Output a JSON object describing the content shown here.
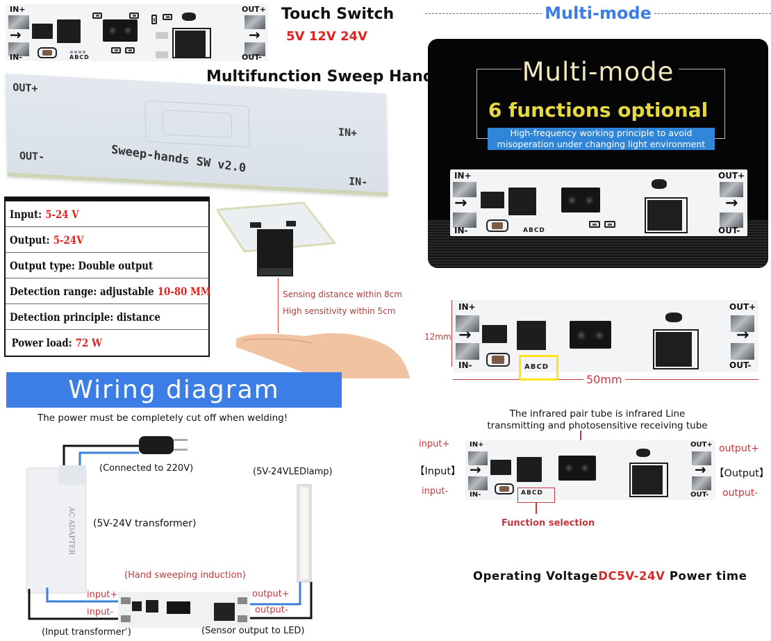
{
  "header": {
    "touch_switch": "Touch Switch",
    "voltages": "5V 12V 24V",
    "sweep_hand": "Multifunction Sweep Hand"
  },
  "pcb_labels": {
    "in_plus": "IN+",
    "in_minus": "IN-",
    "out_plus": "OUT+",
    "out_minus": "OUT-",
    "abcd": "ABCD",
    "arrow": "→"
  },
  "pcb_back": {
    "out_plus": "OUT+",
    "out_minus": "OUT-",
    "in_plus": "IN+",
    "in_minus": "IN-",
    "silk": "Sweep-hands SW v2.0"
  },
  "specs": [
    {
      "label": "Input:",
      "value": "5-24 V"
    },
    {
      "label": "Output:",
      "value": "5-24V"
    },
    {
      "label": "Output type: Double output",
      "value": ""
    },
    {
      "label": "Detection range: adjustable",
      "value": "10-80 MM"
    },
    {
      "label": "Detection principle: distance",
      "value": ""
    },
    {
      "label": "Power load:",
      "value": "72 W"
    }
  ],
  "sensing": {
    "line1": "Sensing distance within 8cm",
    "line2": "High sensitivity within 5cm"
  },
  "wiring": {
    "banner": "Wiring diagram",
    "note": "The power must be completely cut off when welding!",
    "connected": "(Connected to 220V)",
    "led_lamp": "(5V-24VLEDlamp)",
    "transformer": "(5V-24V transformer)",
    "hand_sweep": "(Hand sweeping induction)",
    "input_plus": "input+",
    "input_minus": "input-",
    "output_plus": "output+",
    "output_minus": "output-",
    "input_transformer": "(Input transformerʾ)",
    "sensor_output": "(Sensor output to LED)",
    "adapter_text": "AC ADAPTER"
  },
  "multimode": {
    "header": "Multi-mode",
    "title": "Multi-mode",
    "subtitle": "6 functions optional",
    "note_line1": "High-frequency working principle to avoid",
    "note_line2": "misoperation under changing light environment"
  },
  "dimensions": {
    "height": "12mm",
    "width": "50mm"
  },
  "annotated": {
    "ir_note_line1": "The infrared pair tube is infrared Line",
    "ir_note_line2": "transmitting and photosensitive receiving tube",
    "input_plus": "input+",
    "input_minus": "input-",
    "input_bracket": "【Input】",
    "output_plus": "output+",
    "output_minus": "output-",
    "output_bracket": "【Output】",
    "function_selection": "Function selection"
  },
  "operating": {
    "prefix": "Operating Voltage",
    "value": "DC5V-24V",
    "suffix": " Power time"
  },
  "colors": {
    "accent_blue": "#3c7ee6",
    "accent_red": "#e0231f",
    "note_blue": "#2f86d8",
    "highlight_yellow": "#ffe21b",
    "title_gold": "#e6d93e"
  }
}
